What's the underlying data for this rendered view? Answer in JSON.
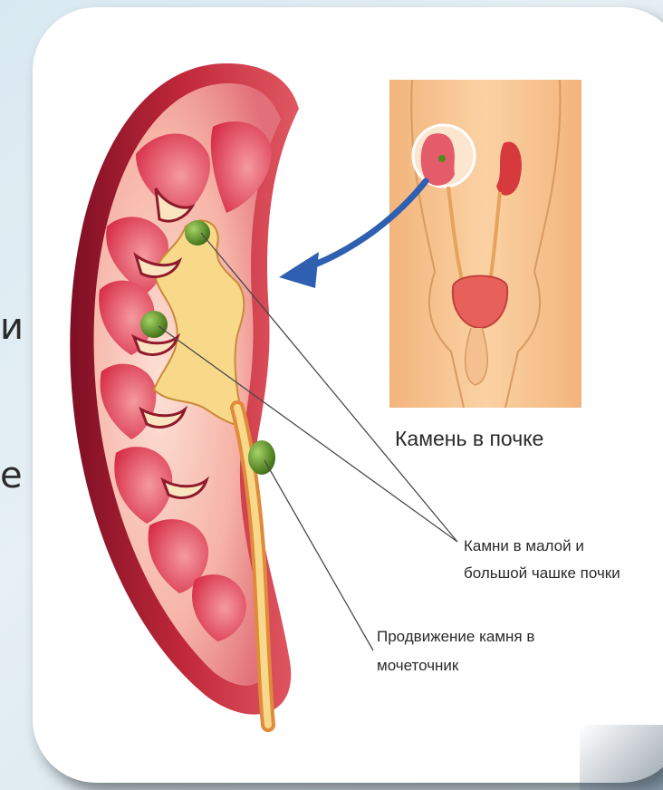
{
  "background_text": {
    "line1": "и без",
    "line2": "е"
  },
  "figure": {
    "title": "Камень в почке",
    "label_stones": [
      "Камни в малой и",
      "большой чашке почки"
    ],
    "label_movement": [
      "Продвижение камня в",
      "мочеточник"
    ]
  },
  "colors": {
    "kidney_outer": "#c2283a",
    "kidney_cortex": "#f4a9a0",
    "pelvis": "#f8d98a",
    "stone": "#4f8a1c",
    "arrow": "#2e5fb0",
    "body_skin": "#f7c48e"
  }
}
